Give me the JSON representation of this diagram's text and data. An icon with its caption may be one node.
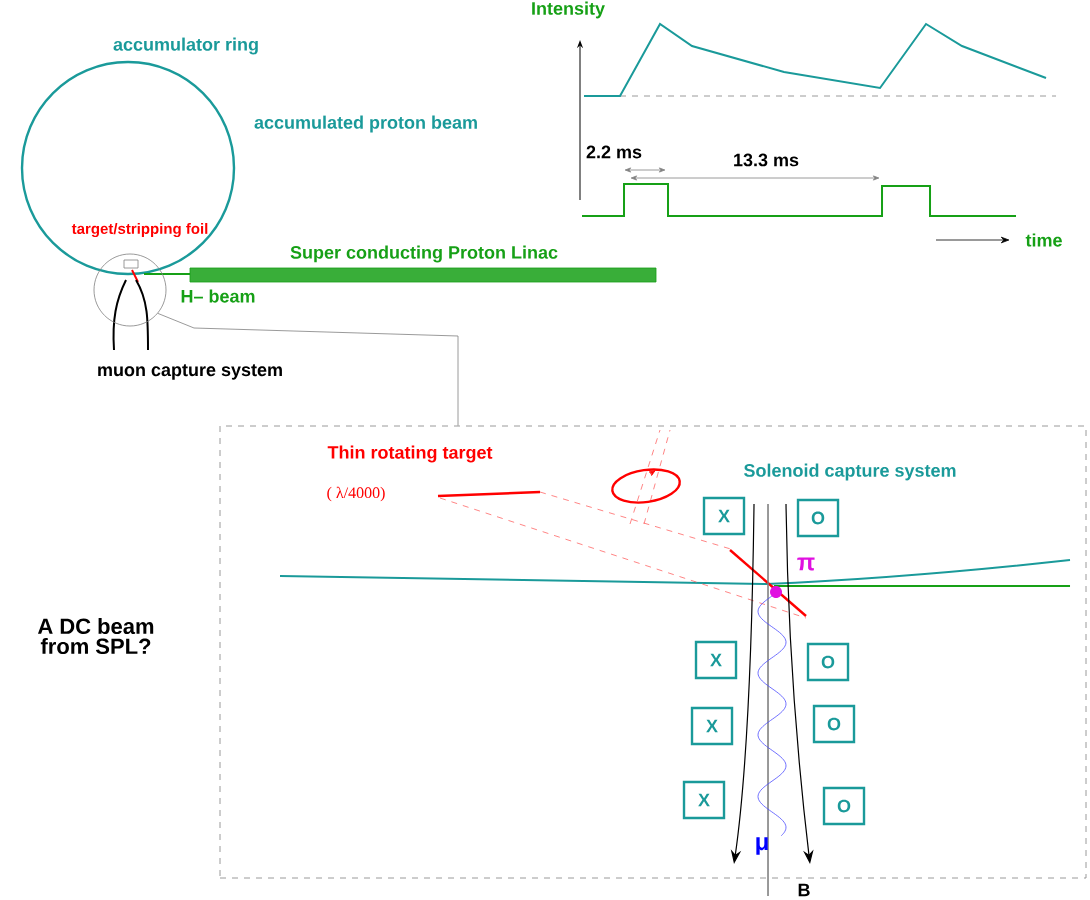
{
  "diagram": {
    "nodes": [
      {
        "text": [],
        "shape": "circle"
      },
      {
        "text": [],
        "shape": "box"
      },
      {
        "text": [
          "X"
        ],
        "in": 1
      },
      {
        "text": [
          "O"
        ],
        "in": 1
      },
      {
        "text": [
          "X"
        ],
        "in": 1
      },
      {
        "text": [
          "O"
        ],
        "in": 1
      },
      {
        "text": [
          "X"
        ],
        "in": 1
      },
      {
        "text": [
          "O"
        ],
        "in": 1
      },
      {
        "text": [
          "X"
        ],
        "in": 1
      },
      {
        "text": [
          "O"
        ],
        "in": 1
      }
    ],
    "edges": [
      {
        "from": 0,
        "to": 1,
        "arrow": "none"
      }
    ],
    "labels": [
      "accumulator ring",
      "accumulated proton beam",
      "target/stripping foil",
      "Super conducting Proton Linac",
      "H– beam",
      "muon  capture system",
      "Intensity",
      "2.2 ms",
      "13.3 ms",
      "time",
      "A DC beam from SPL?",
      "Thin rotating target",
      "( λ/4000)",
      "Solenoid capture system",
      "π",
      "μ",
      "B"
    ]
  }
}
